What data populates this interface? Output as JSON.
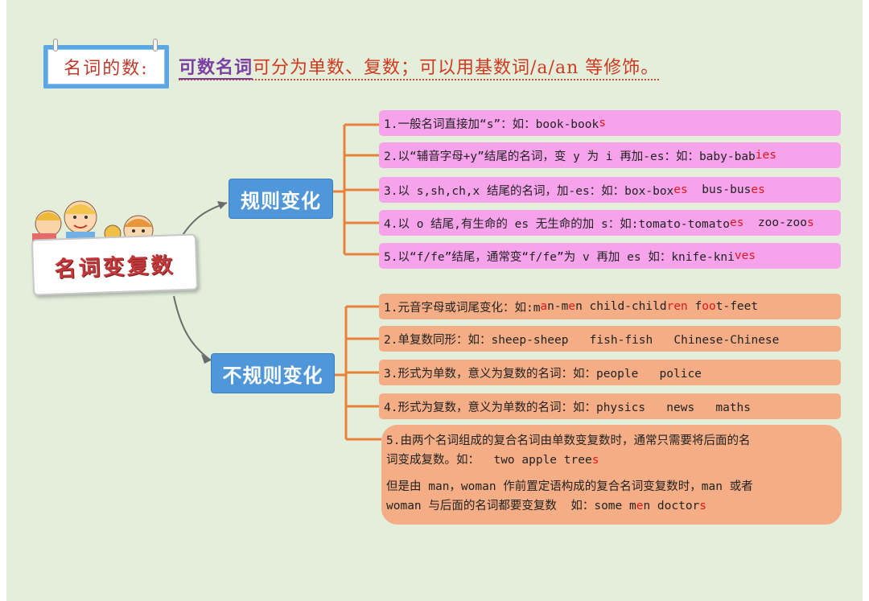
{
  "header": {
    "label": "名词的数:",
    "headline_emph": "可数名词",
    "headline_rest": "可分为单数、复数；可以用基数词/a/an 等修饰。"
  },
  "center": {
    "label": "名词变复数"
  },
  "regular": {
    "label": "规则变化",
    "items": [
      {
        "pre": "1.一般名词直接加“s”：如：book-book",
        "red": "s",
        "post": ""
      },
      {
        "pre": "2.以“辅音字母+y”结尾的名词，变 y 为 i 再加-es：如：baby-bab",
        "red": "ies",
        "post": ""
      },
      {
        "pre": "3.以 s,sh,ch,x 结尾的名词，加-es：如：box-box",
        "red": "es",
        "post": "  bus-bus",
        "red2": "es"
      },
      {
        "pre": "4.以 o 结尾,有生命的 es 无生命的加 s：如:tomato-tomato",
        "red": "es",
        "post": "  zoo-zoo",
        "red2": "s"
      },
      {
        "pre": "5.以“f/fe”结尾，通常变“f/fe”为 v 再加 es 如：knife-kni",
        "red": "ves",
        "post": ""
      }
    ]
  },
  "irregular": {
    "label": "不规则变化",
    "items": [
      {
        "pre": "1.元音字母或词尾变化：如:m",
        "red": "a",
        "mid": "n-m",
        "red_b": "e",
        "post": "n child-child",
        "red2": "ren",
        "post2": " f",
        "red3": "oo",
        "post3": "t-feet"
      },
      {
        "text": "2.单复数同形：如：sheep-sheep   fish-fish   Chinese-Chinese"
      },
      {
        "text": "3.形式为单数，意义为复数的名词：如：people   police"
      },
      {
        "text": "4.形式为复数，意义为单数的名词：如：physics   news   maths"
      }
    ],
    "item5": {
      "line1": "5.由两个名词组成的复合名词由单数变复数时，通常只需要将后面的名",
      "line2_pre": "词变成复数。如：  two apple tree",
      "line2_red": "s",
      "line3": "但是由 man，woman 作前置定语构成的复合名词变复数时，man 或者",
      "line4_pre": "woman 与后面的名词都要变复数  如：some m",
      "line4_red1": "e",
      "line4_mid": "n doctor",
      "line4_red2": "s"
    }
  },
  "colors": {
    "background": "#e3eedb",
    "category_blue": "#4f97d8",
    "regular_pink": "#f6a3ec",
    "irregular_orange": "#f4ad84",
    "connector_orange": "#e8823a",
    "highlight_red": "#e0181b"
  }
}
